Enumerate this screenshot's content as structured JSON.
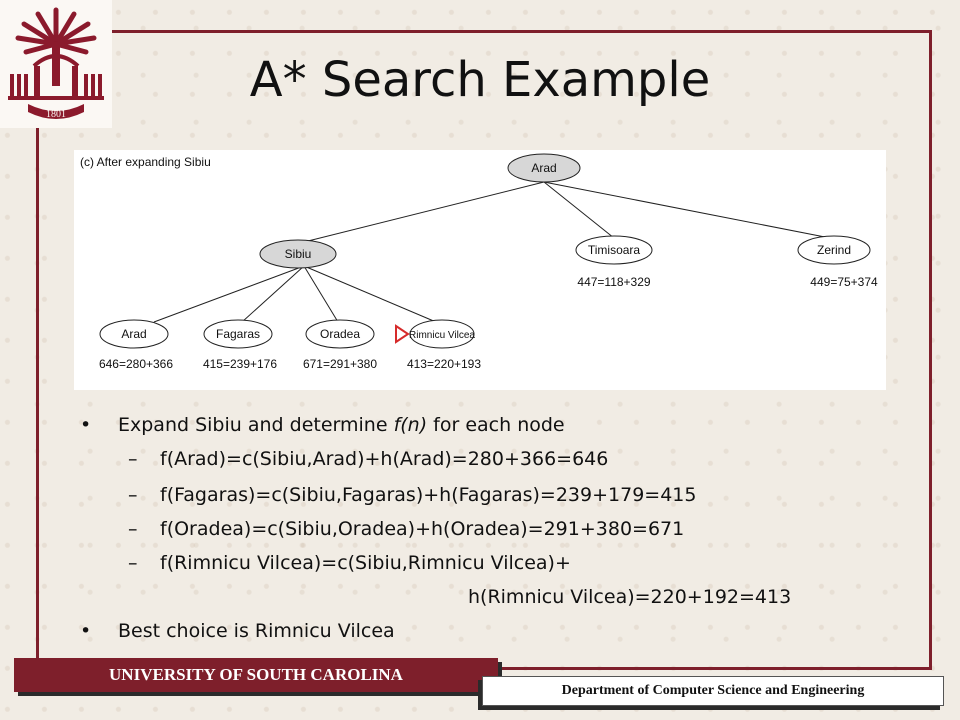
{
  "slide": {
    "title": "A* Search Example"
  },
  "logo": {
    "year": "1801"
  },
  "diagram": {
    "caption": "(c) After expanding Sibiu",
    "root": {
      "label": "Arad"
    },
    "level1": [
      {
        "label": "Sibiu",
        "f": ""
      },
      {
        "label": "Timisoara",
        "f": "447=118+329"
      },
      {
        "label": "Zerind",
        "f": "449=75+374"
      }
    ],
    "level2": [
      {
        "label": "Arad",
        "f": "646=280+366"
      },
      {
        "label": "Fagaras",
        "f": "415=239+176"
      },
      {
        "label": "Oradea",
        "f": "671=291+380"
      },
      {
        "label": "Rimnicu Vilcea",
        "f": "413=220+193"
      }
    ],
    "colors": {
      "expanded": "#d7d7d7",
      "frontier": "#ffffff",
      "arrow": "#d62b2b"
    }
  },
  "bullets": {
    "b1": {
      "pre": "Expand Sibiu and determine ",
      "italic": "f(n)",
      "post": " for each node"
    },
    "s1": "f(Arad)=c(Sibiu,Arad)+h(Arad)=280+366=646",
    "s2": "f(Fagaras)=c(Sibiu,Fagaras)+h(Fagaras)=239+179=415",
    "s3": "f(Oradea)=c(Sibiu,Oradea)+h(Oradea)=291+380=671",
    "s4a": "f(Rimnicu Vilcea)=c(Sibiu,Rimnicu Vilcea)+",
    "s4b": "h(Rimnicu Vilcea)=220+192=413",
    "b2": "Best choice is Rimnicu Vilcea",
    "bullet_glyph": "•",
    "dash_glyph": "–"
  },
  "footer": {
    "university": "UNIVERSITY OF SOUTH CAROLINA",
    "department": "Department of Computer Science and Engineering"
  },
  "theme": {
    "garnet": "#7e1f2b",
    "background": "#f1ece4"
  }
}
